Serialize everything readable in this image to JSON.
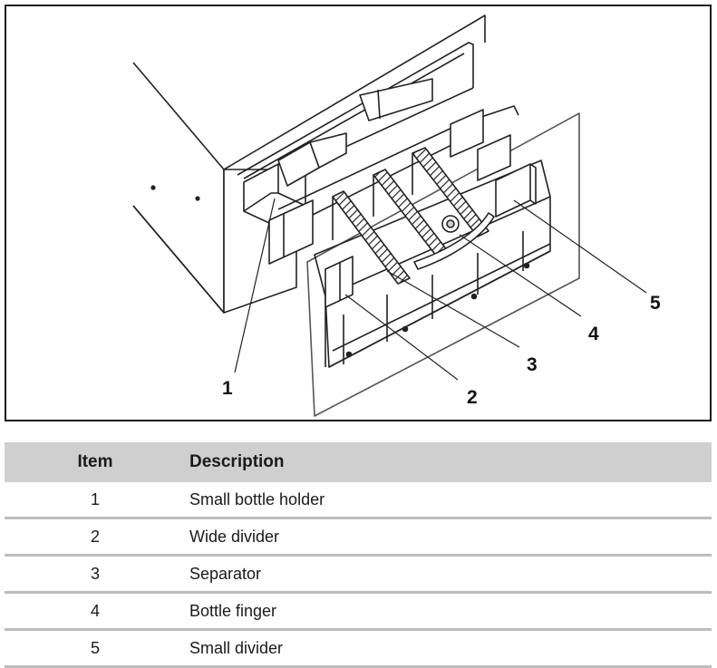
{
  "figure": {
    "callouts": [
      "1",
      "2",
      "3",
      "4",
      "5"
    ]
  },
  "table": {
    "headers": {
      "item": "Item",
      "description": "Description"
    },
    "rows": [
      {
        "item": "1",
        "description": "Small bottle holder"
      },
      {
        "item": "2",
        "description": "Wide divider"
      },
      {
        "item": "3",
        "description": "Separator"
      },
      {
        "item": "4",
        "description": "Bottle finger"
      },
      {
        "item": "5",
        "description": "Small divider"
      }
    ]
  }
}
